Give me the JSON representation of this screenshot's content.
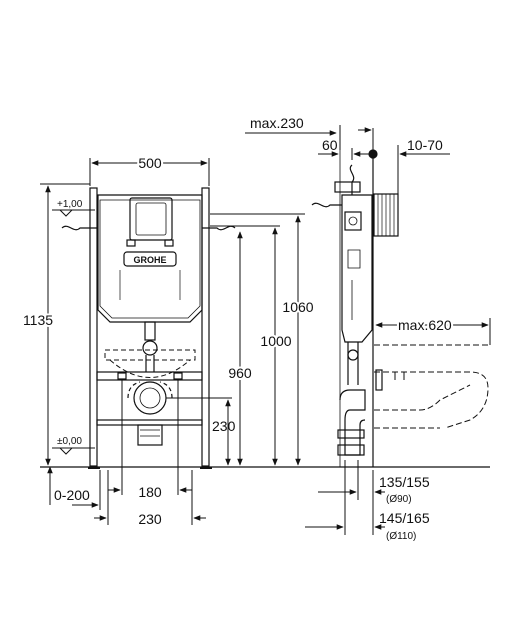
{
  "brand": "GROHE",
  "front_view": {
    "level_plus": "+1,00",
    "level_zero": "±0,00",
    "frame_width": "500",
    "total_height": "1135",
    "height_1060": "1060",
    "height_1000": "1000",
    "height_960": "960",
    "height_230": "230",
    "floor_offset": "0-200",
    "bolt_spacing": "180",
    "frame_spacing": "230"
  },
  "side_view": {
    "max_230": "max.230",
    "depth_60": "60",
    "depth_10_70": "10-70",
    "max_620": "max.620",
    "pipe_135_155": "135/155",
    "pipe_diam_90": "(Ø90)",
    "pipe_145_165": "145/165",
    "pipe_diam_110": "(Ø110)"
  }
}
